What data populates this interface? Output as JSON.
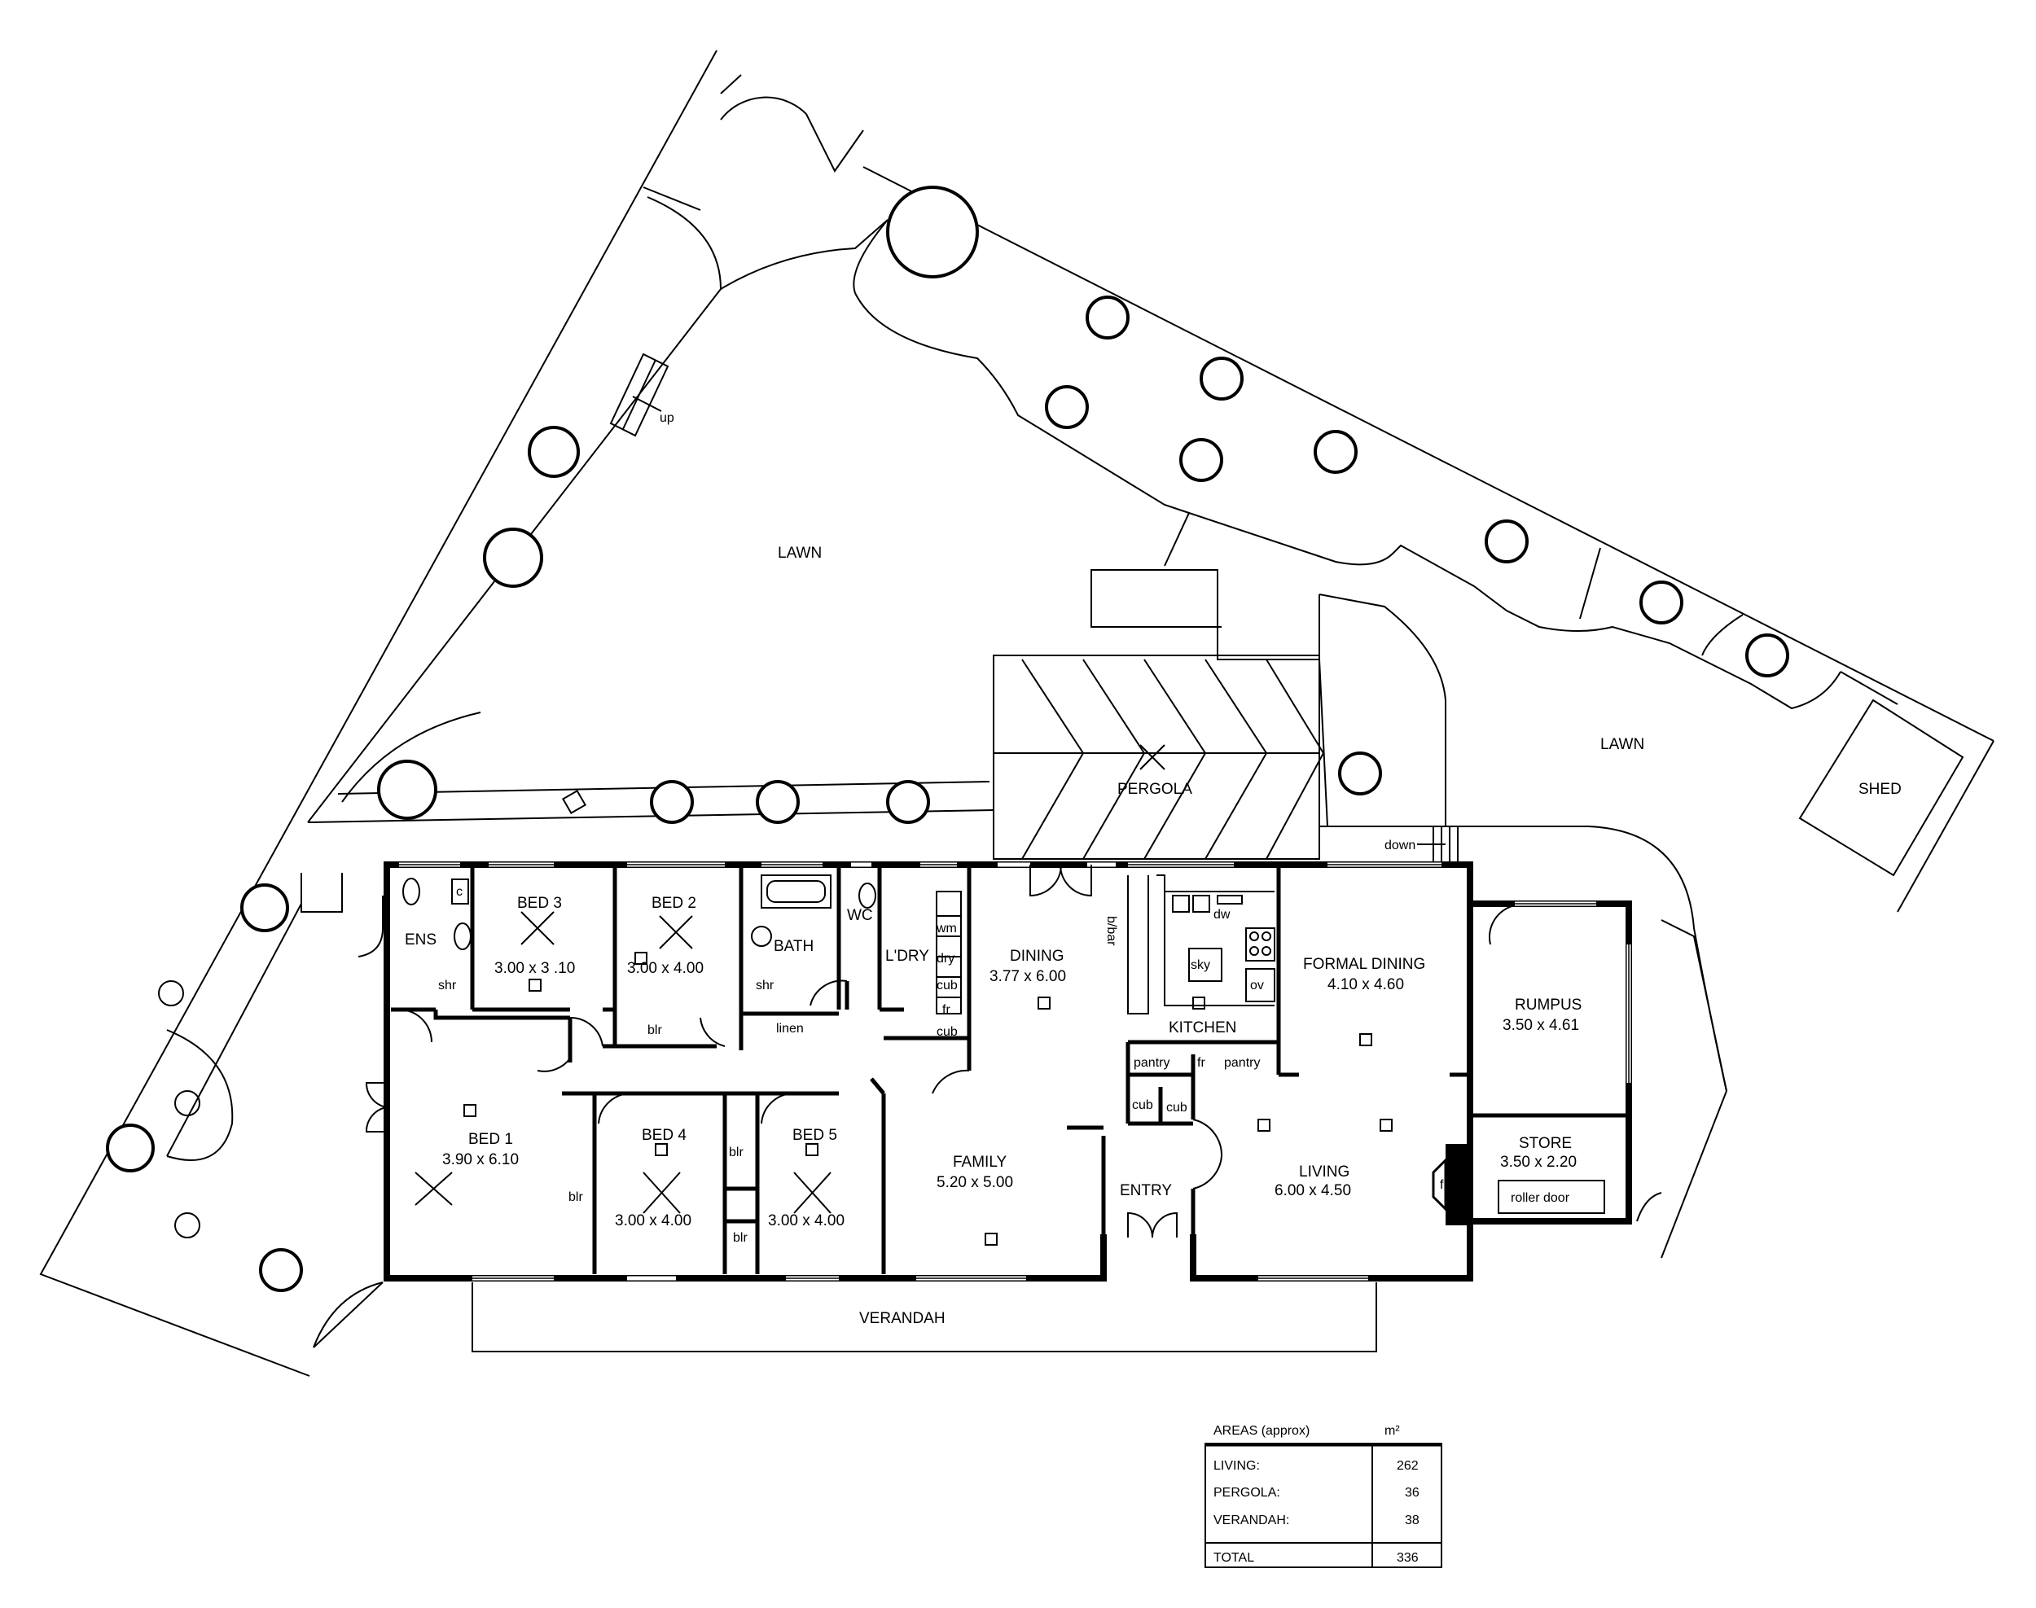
{
  "site": {
    "lawn_main": "LAWN",
    "lawn_east": "LAWN",
    "shed": "SHED",
    "pergola": "PERGOLA",
    "verandah": "VERANDAH",
    "up": "up",
    "down": "down",
    "roller_door": "roller door"
  },
  "rooms": {
    "ens": "ENS",
    "c": "c",
    "shr1": "shr",
    "bed3": {
      "name": "BED 3",
      "dims": "3.00 x 3 .10"
    },
    "bed2": {
      "name": "BED 2",
      "dims": "3.00 x 4.00"
    },
    "bath": "BATH",
    "shr2": "shr",
    "linen": "linen",
    "blr_bed2": "blr",
    "wc": "WC",
    "ldry": "L'DRY",
    "wm": "wm",
    "dry": "dry",
    "cub1": "cub",
    "fr1": "fr",
    "cub2": "cub",
    "dining": {
      "name": "DINING",
      "dims": "3.77 x 6.00"
    },
    "bbar": "b/bar",
    "dw": "dw",
    "sky": "sky",
    "ov": "ov",
    "kitchen": "KITCHEN",
    "pantry1": "pantry",
    "fr2": "fr",
    "pantry2": "pantry",
    "cub3": "cub",
    "cub4": "cub",
    "formal_dining": {
      "name": "FORMAL DINING",
      "dims": "4.10 x 4.60"
    },
    "rumpus": {
      "name": "RUMPUS",
      "dims": "3.50 x 4.61"
    },
    "store": {
      "name": "STORE",
      "dims": "3.50 x 2.20"
    },
    "bed1": {
      "name": "BED 1",
      "dims": "3.90 x 6.10"
    },
    "blr_bed1": "blr",
    "bed4": {
      "name": "BED 4",
      "dims": "3.00 x 4.00"
    },
    "blr_bed4": "blr",
    "blr_bed5": "blr",
    "bed5": {
      "name": "BED 5",
      "dims": "3.00 x 4.00"
    },
    "family": {
      "name": "FAMILY",
      "dims": "5.20 x 5.00"
    },
    "entry": "ENTRY",
    "living": {
      "name": "LIVING",
      "dims": "6.00 x 4.50"
    },
    "fp": "fp"
  },
  "areas": {
    "title": "AREAS (approx)",
    "unit": "m²",
    "rows": [
      {
        "label": "LIVING:",
        "value": "262"
      },
      {
        "label": "PERGOLA:",
        "value": "36"
      },
      {
        "label": "VERANDAH:",
        "value": "38"
      }
    ],
    "total": {
      "label": "TOTAL",
      "value": "336"
    }
  }
}
